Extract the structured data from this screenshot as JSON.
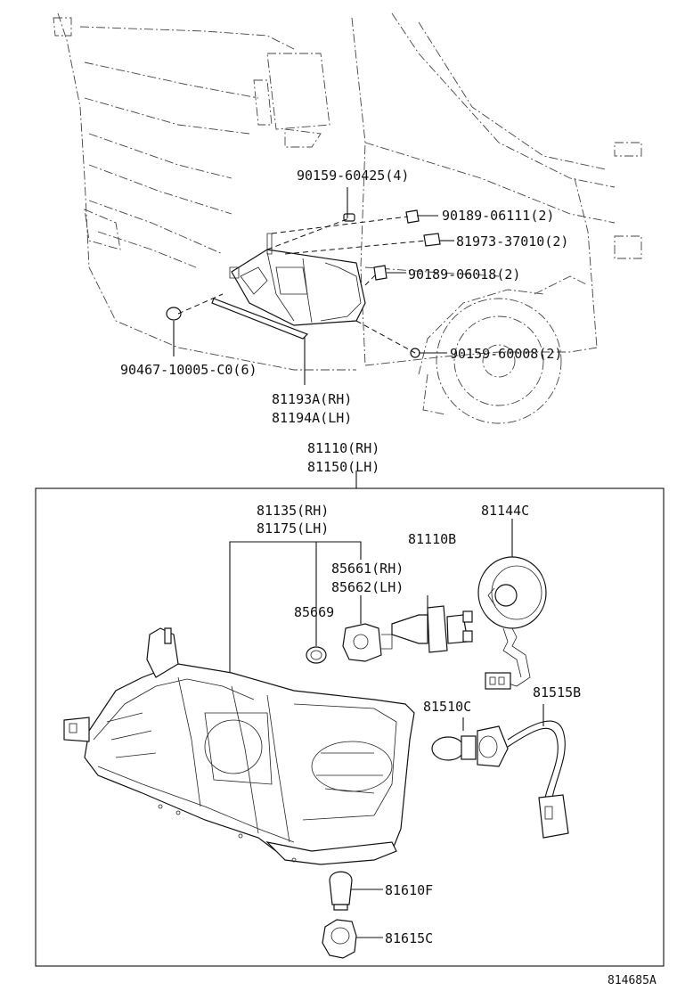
{
  "diagram": {
    "figure_id": "814685A",
    "callouts": {
      "screw_top": "90159-60425(4)",
      "bolt_clip": "90189-06111(2)",
      "retainer": "81973-37010(2)",
      "bolt_mid": "90189-06018(2)",
      "screw_bottom": "90159-60008(2)",
      "grommet": "90467-10005-C0(6)",
      "bracket_rh": "81193A(RH)",
      "bracket_lh": "81194A(LH)",
      "lamp_assy_rh": "81110(RH)",
      "lamp_assy_lh": "81150(LH)",
      "lens_housing_rh": "81135(RH)",
      "lens_housing_lh": "81175(LH)",
      "socket_cover": "81144C",
      "headlamp_bulb": "81110B",
      "position_bulb_rh": "85661(RH)",
      "position_bulb_lh": "85662(LH)",
      "oring": "85669",
      "turn_socket": "81510C",
      "wire_harness": "81515B",
      "side_bulb": "81610F",
      "side_socket": "81615C"
    }
  }
}
